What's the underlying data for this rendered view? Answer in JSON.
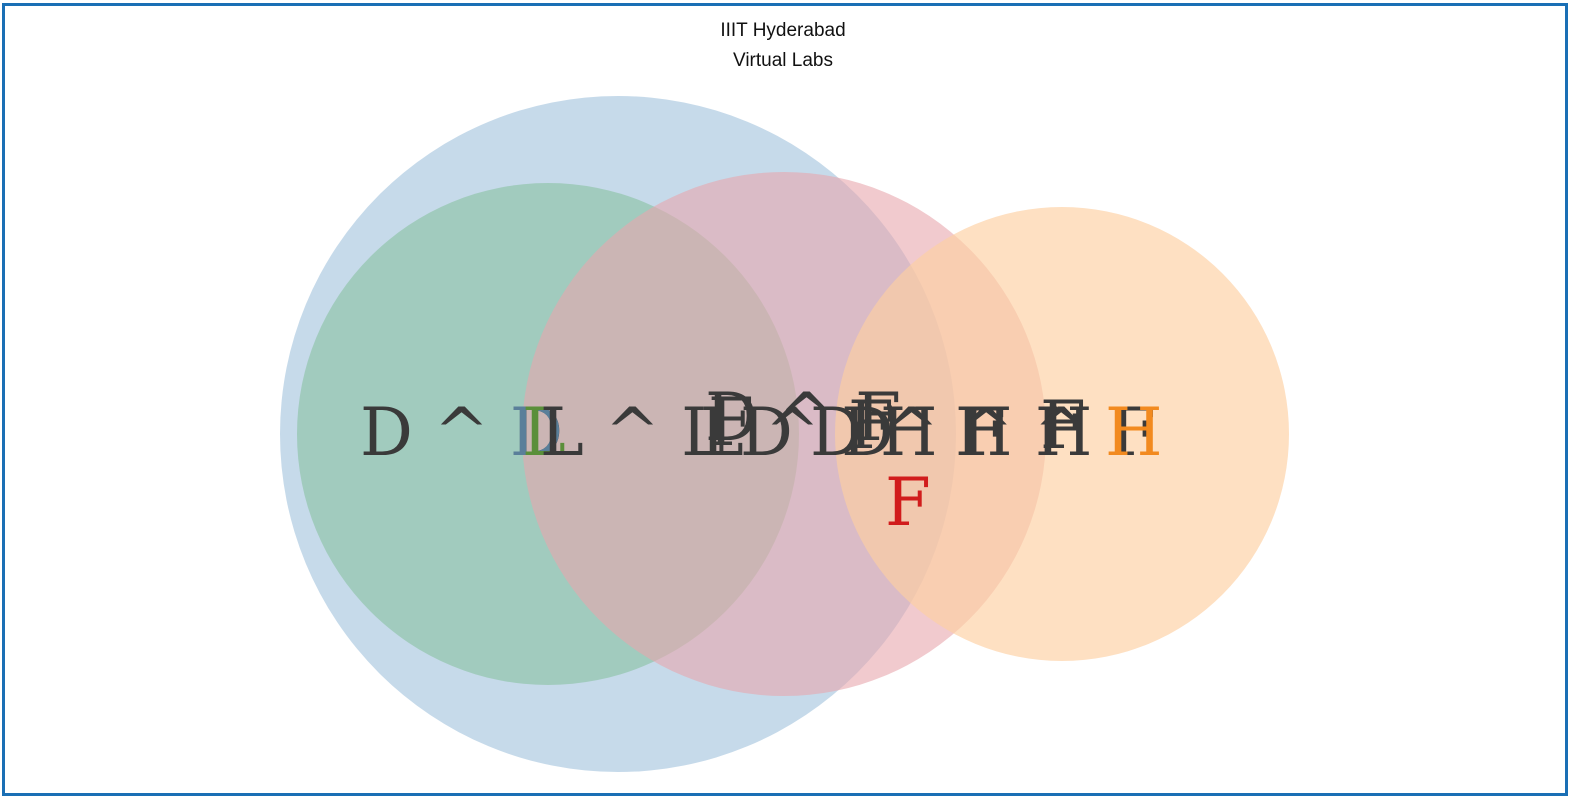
{
  "header": {
    "institution": "IIIT Hyderabad",
    "lab": "Virtual Labs"
  },
  "diagram": {
    "sets": [
      {
        "name": "blue-set",
        "color": "#b3cde3",
        "opacity": 0.75
      },
      {
        "name": "green-set",
        "color": "#8dc3a6",
        "opacity": 0.65
      },
      {
        "name": "pink-set",
        "color": "#e8a7ad",
        "opacity": 0.6
      },
      {
        "name": "orange-set",
        "color": "#fdd0a2",
        "opacity": 0.65
      }
    ],
    "labels": [
      {
        "text": "D ^ D",
        "color": "#3a3a3a"
      },
      {
        "text": "D",
        "color": "#5a7f9a"
      },
      {
        "text": "L",
        "color": "#5a8f3a"
      },
      {
        "text": "L ^ L",
        "color": "#3a3a3a"
      },
      {
        "text": "L ^ D",
        "color": "#3a3a3a"
      },
      {
        "text": "F",
        "color": "#3a3a3a"
      },
      {
        "text": "D",
        "color": "#3a3a3a"
      },
      {
        "text": "D ^ F",
        "color": "#3a3a3a"
      },
      {
        "text": "D ^ F",
        "color": "#3a3a3a"
      },
      {
        "text": "H ^ H",
        "color": "#3a3a3a"
      },
      {
        "text": "F",
        "color": "#3a3a3a"
      },
      {
        "text": "F",
        "color": "#3a3a3a"
      },
      {
        "text": "H ^ F",
        "color": "#3a3a3a"
      },
      {
        "text": "H",
        "color": "#f28a1f"
      },
      {
        "text": "F",
        "color": "#d11c1c"
      }
    ]
  }
}
